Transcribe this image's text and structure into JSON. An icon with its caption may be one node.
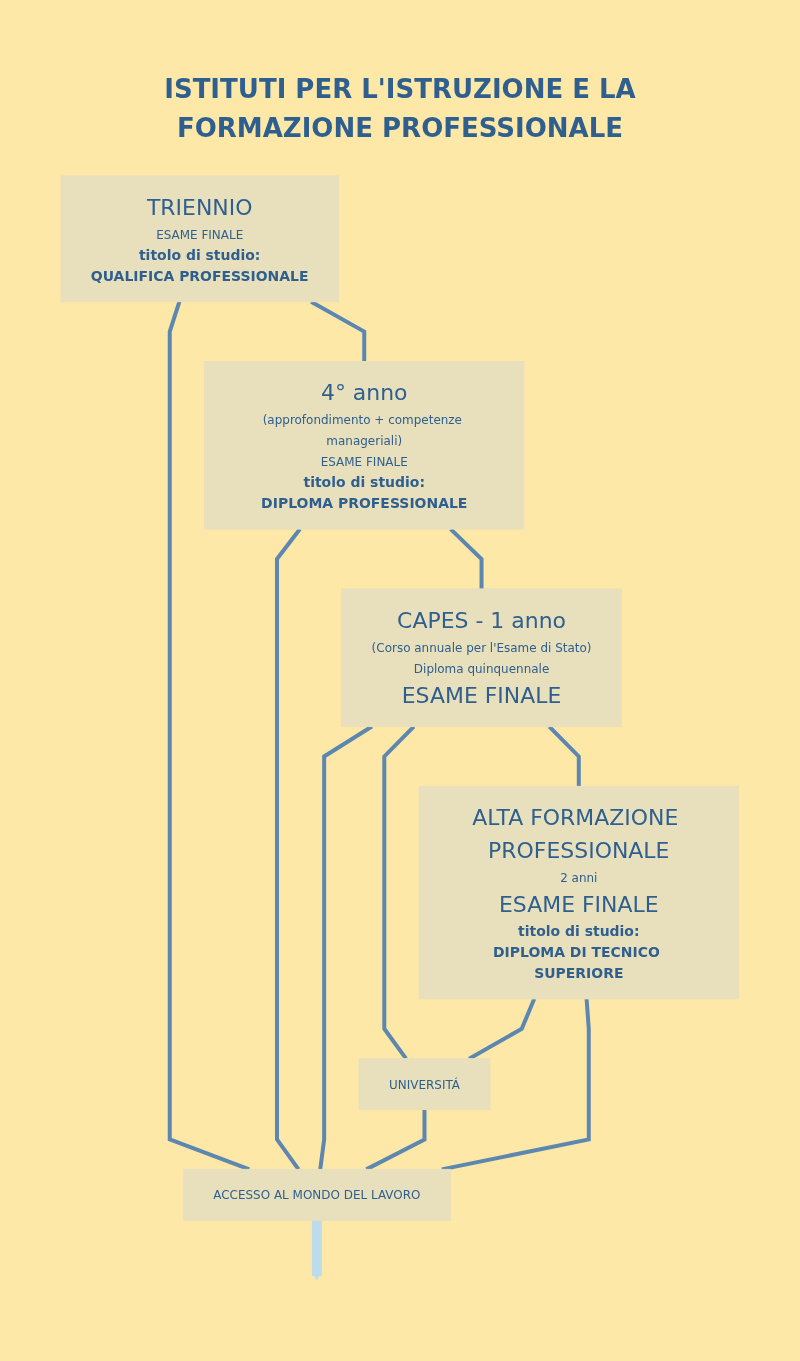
{
  "diagram": {
    "title": "ISTITUTI PER L'ISTRUZIONE E LA FORMAZIONE PROFESSIONALE",
    "nodes": [
      {
        "text": [
          "TRIENNIO",
          "ESAME FINALE",
          "titolo di studio:",
          "QUALIFICA PROFESSIONALE"
        ]
      },
      {
        "text": [
          "4° anno",
          "(approfondimento + competenze manageriali)",
          "ESAME FINALE",
          "titolo di studio:",
          "DIPLOMA PROFESSIONALE"
        ]
      },
      {
        "text": [
          "CAPES - 1 anno",
          "(Corso annuale per l'Esame di Stato)",
          "Diploma quinquennale",
          "ESAME FINALE"
        ]
      },
      {
        "text": [
          "ALTA FORMAZIONE PROFESSIONALE",
          "2 anni",
          "ESAME FINALE",
          "titolo di studio:",
          "DIPLOMA DI TECNICO SUPERIORE"
        ]
      },
      {
        "text": [
          "UNIVERSITÁ"
        ]
      },
      {
        "text": [
          "ACCESSO  AL MONDO DEL LAVORO"
        ]
      }
    ],
    "edges": [
      {
        "from": 0,
        "to": 1,
        "arrow": "none"
      },
      {
        "from": 0,
        "to": 5,
        "arrow": "none"
      },
      {
        "from": 1,
        "to": 2,
        "arrow": "none"
      },
      {
        "from": 1,
        "to": 5,
        "arrow": "none"
      },
      {
        "from": 2,
        "to": 3,
        "arrow": "none"
      },
      {
        "from": 2,
        "to": 5,
        "arrow": "none"
      },
      {
        "from": 2,
        "to": 4,
        "arrow": "none"
      },
      {
        "from": 3,
        "to": 4,
        "arrow": "none"
      },
      {
        "from": 4,
        "to": 5,
        "arrow": "none"
      },
      {
        "from": 3,
        "to": 5,
        "arrow": "none"
      },
      {
        "from": 5,
        "to": null,
        "arrow": "to",
        "style": "thick",
        "color": "#bcdcec"
      }
    ]
  }
}
